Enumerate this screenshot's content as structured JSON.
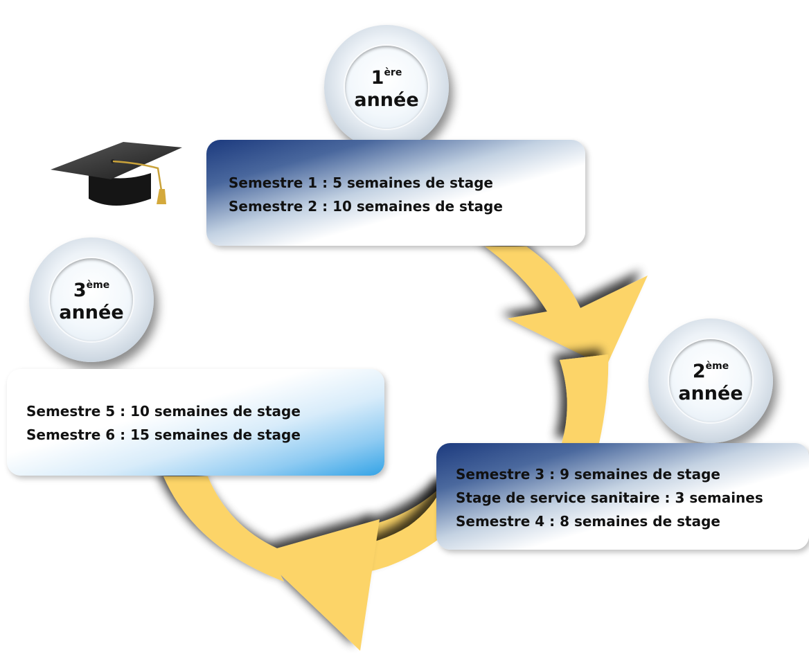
{
  "years": [
    {
      "number": "1",
      "suffix": "ère",
      "word": "année"
    },
    {
      "number": "2",
      "suffix": "ème",
      "word": "année"
    },
    {
      "number": "3",
      "suffix": "ème",
      "word": "année"
    }
  ],
  "cards": [
    {
      "lines": [
        "Semestre 1 : 5 semaines de stage",
        "Semestre 2 : 10 semaines de stage"
      ]
    },
    {
      "lines": [
        "Semestre 3 : 9 semaines de stage",
        "Stage de service sanitaire : 3 semaines",
        "Semestre 4 : 8 semaines de stage"
      ]
    },
    {
      "lines": [
        "Semestre 5 : 10 semaines de stage",
        "Semestre 6 : 15 semaines de stage"
      ]
    }
  ],
  "icons": {
    "decoration": "graduation-cap-icon"
  },
  "colors": {
    "arrow": "#fcd468",
    "card_dark_blue": "#1c3a7e",
    "card_light_blue": "#33a3e6"
  }
}
